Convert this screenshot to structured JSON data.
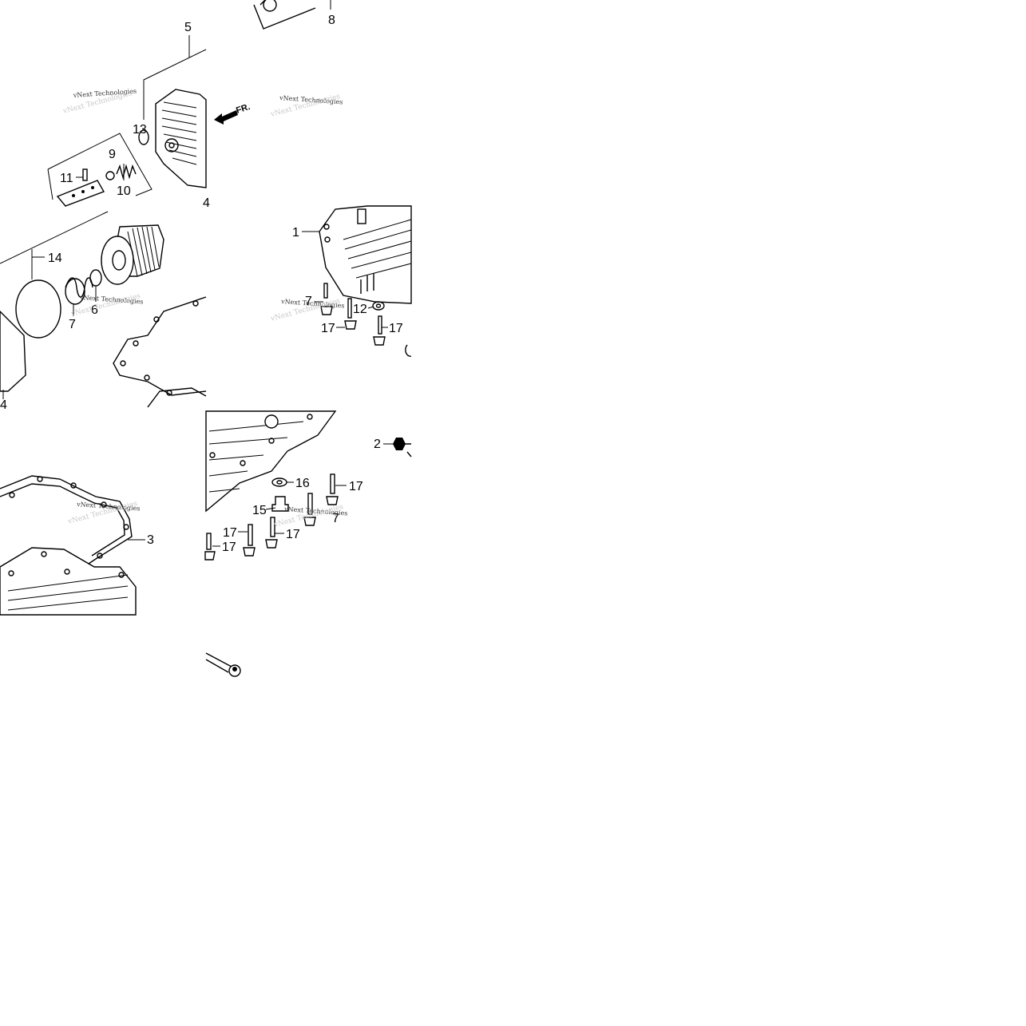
{
  "watermark": {
    "text": "vNext Technologies"
  },
  "front_arrow": {
    "label": "FR."
  },
  "callouts": {
    "c1": "1",
    "c2": "2",
    "c3": "3",
    "c4a": "4",
    "c4b": "4",
    "c5": "5",
    "c6": "6",
    "c7a": "7",
    "c7b": "7",
    "c7c": "7",
    "c8": "8",
    "c9": "9",
    "c10": "10",
    "c11": "11",
    "c12": "12",
    "c13": "13",
    "c14": "14",
    "c15": "15",
    "c16": "16",
    "c17a": "17",
    "c17b": "17",
    "c17c": "17",
    "c17d": "17",
    "c17e": "17",
    "c17f": "17"
  }
}
